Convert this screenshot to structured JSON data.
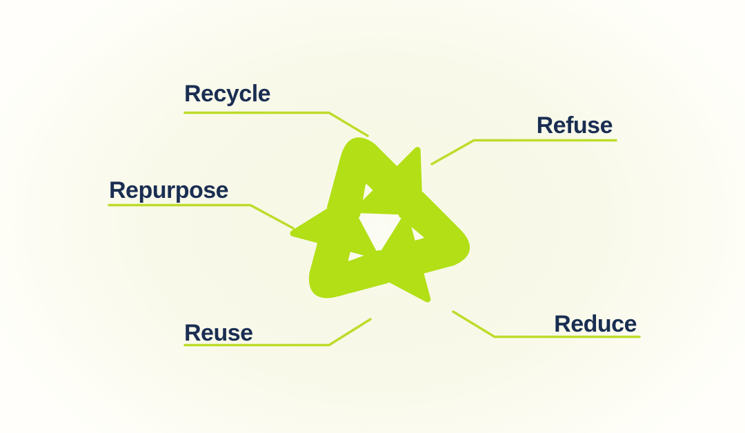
{
  "diagram": {
    "icon": {
      "name": "recycle-symbol",
      "color": "#b2df15"
    },
    "connector_color": "#bddc2a",
    "label_color": "#1a2e52",
    "background_tint": "#f7f8e6",
    "labels": [
      {
        "id": "recycle",
        "text": "Recycle"
      },
      {
        "id": "refuse",
        "text": "Refuse"
      },
      {
        "id": "repurpose",
        "text": "Repurpose"
      },
      {
        "id": "reuse",
        "text": "Reuse"
      },
      {
        "id": "reduce",
        "text": "Reduce"
      }
    ]
  }
}
